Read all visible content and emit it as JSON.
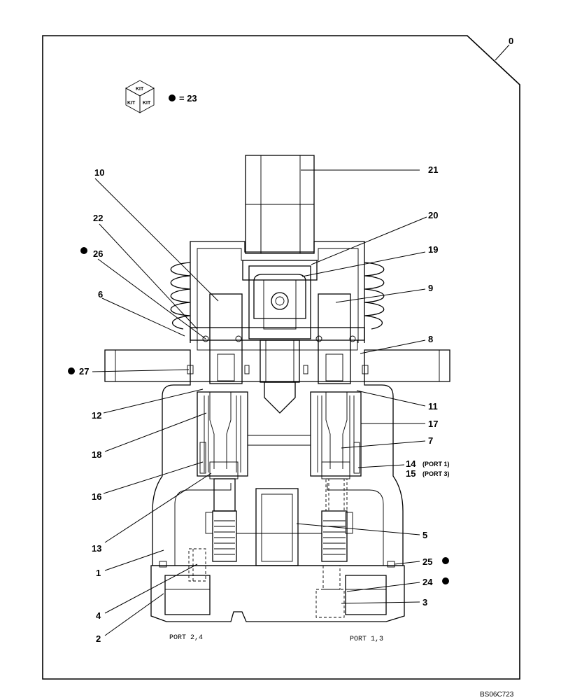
{
  "sheet_index": "0",
  "kit_legend": {
    "kit_text": "KIT",
    "equals_text": "= 23"
  },
  "callouts": [
    {
      "id": "c21",
      "text": "21"
    },
    {
      "id": "c10",
      "text": "10"
    },
    {
      "id": "c20",
      "text": "20"
    },
    {
      "id": "c22",
      "text": "22"
    },
    {
      "id": "c19",
      "text": "19"
    },
    {
      "id": "c26",
      "text": "26"
    },
    {
      "id": "c9",
      "text": "9"
    },
    {
      "id": "c6",
      "text": "6"
    },
    {
      "id": "c8",
      "text": "8"
    },
    {
      "id": "c27",
      "text": "27"
    },
    {
      "id": "c12",
      "text": "12"
    },
    {
      "id": "c11",
      "text": "11"
    },
    {
      "id": "c17",
      "text": "17"
    },
    {
      "id": "c18",
      "text": "18"
    },
    {
      "id": "c7",
      "text": "7"
    },
    {
      "id": "c14",
      "text": "14"
    },
    {
      "id": "c15",
      "text": "15"
    },
    {
      "id": "c16",
      "text": "16"
    },
    {
      "id": "c13",
      "text": "13"
    },
    {
      "id": "c5",
      "text": "5"
    },
    {
      "id": "c1",
      "text": "1"
    },
    {
      "id": "c25",
      "text": "25"
    },
    {
      "id": "c24",
      "text": "24"
    },
    {
      "id": "c4",
      "text": "4"
    },
    {
      "id": "c3",
      "text": "3"
    },
    {
      "id": "c2",
      "text": "2"
    }
  ],
  "port_notes": {
    "port1": "(PORT 1)",
    "port3": "(PORT 3)"
  },
  "port_labels": {
    "left": "PORT 2,4",
    "right": "PORT 1,3"
  },
  "drawing_code": "BS06C723"
}
